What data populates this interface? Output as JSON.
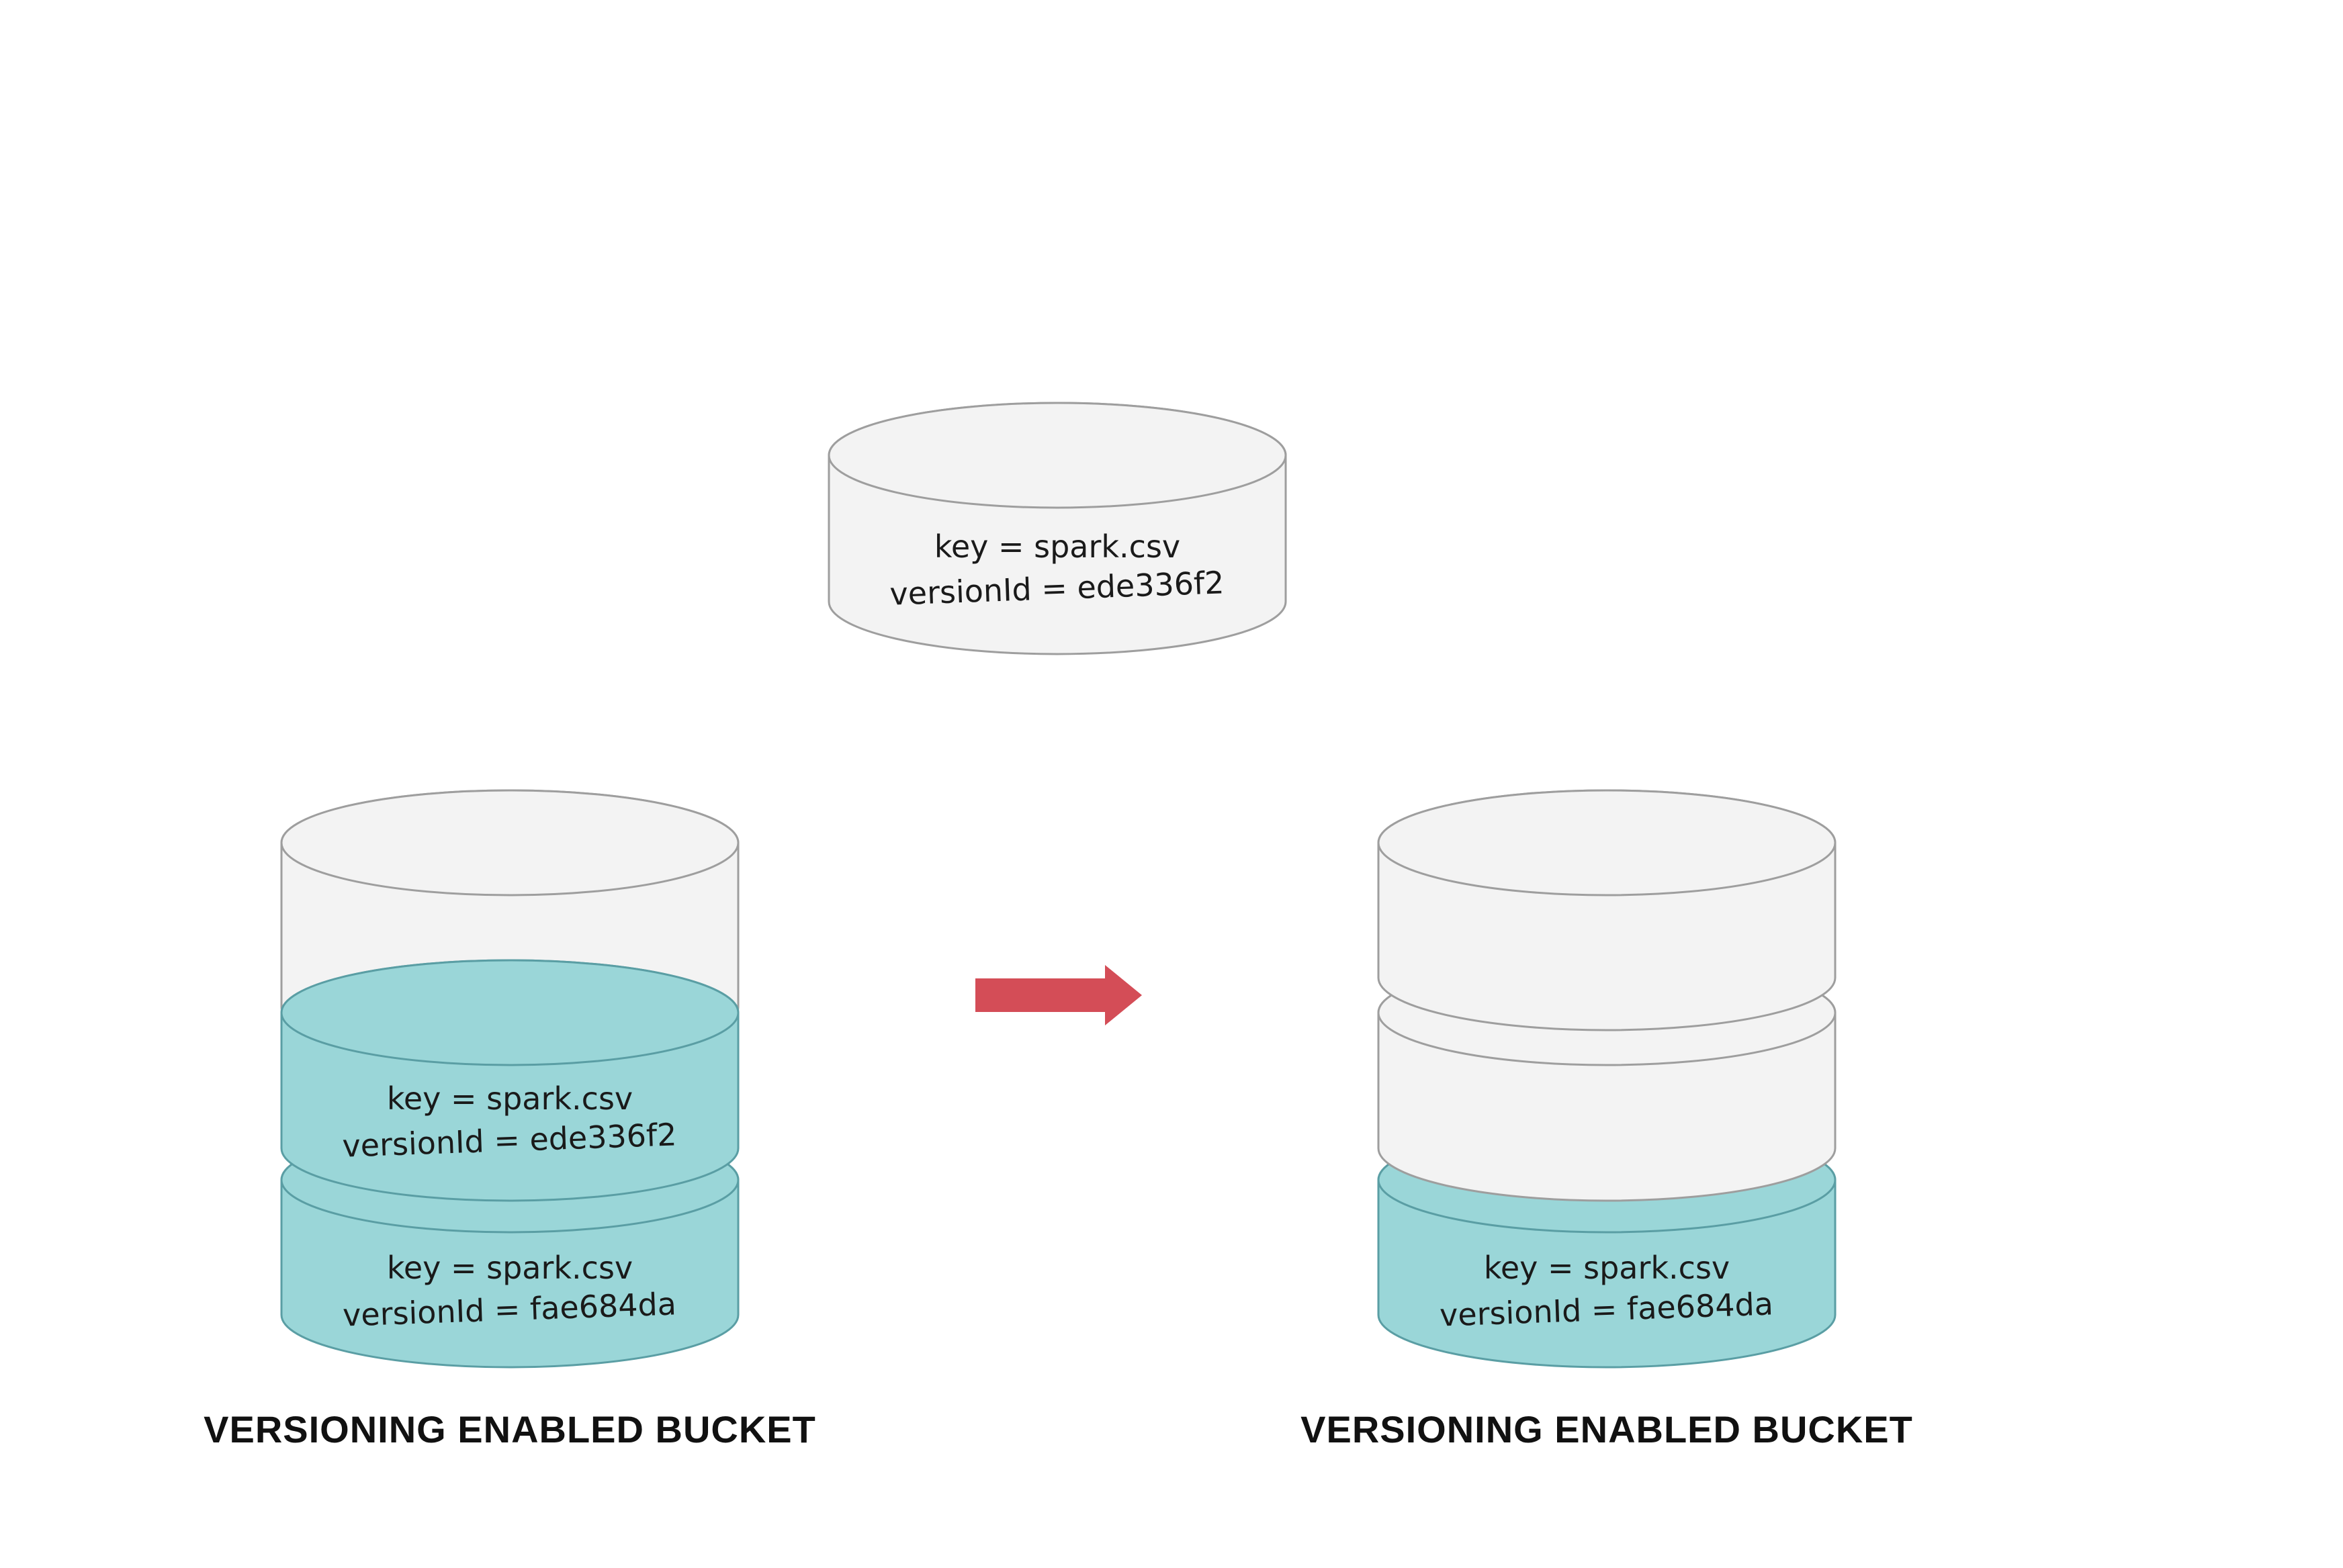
{
  "colors": {
    "empty_fill": "#f3f3f3",
    "empty_stroke": "#9e9e9e",
    "version_fill": "#9ad6d8",
    "version_stroke": "#5a9ea4",
    "arrow": "#d44d57"
  },
  "incoming_object": {
    "line1": "key = spark.csv",
    "line2": "versionId = ede336f2"
  },
  "left_bucket": {
    "caption": "VERSIONING ENABLED BUCKET",
    "top_version": {
      "line1": "key = spark.csv",
      "line2": "versionId = ede336f2"
    },
    "bottom_version": {
      "line1": "key = spark.csv",
      "line2": "versionId = fae684da"
    }
  },
  "right_bucket": {
    "caption": "VERSIONING ENABLED BUCKET",
    "bottom_version": {
      "line1": "key = spark.csv",
      "line2": "versionId = fae684da"
    }
  },
  "arrow_icon": "right-arrow"
}
